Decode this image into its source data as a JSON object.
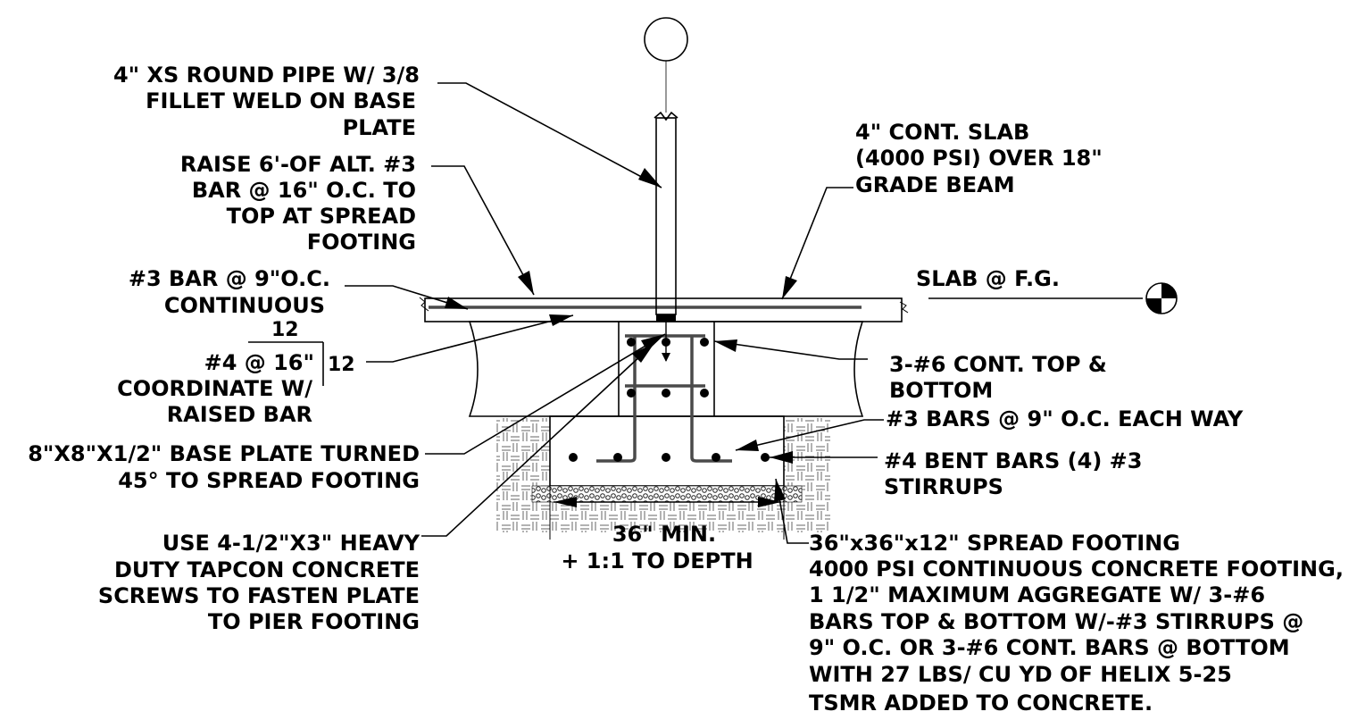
{
  "notes": {
    "pipe": [
      "4\" XS ROUND PIPE W/ 3/8",
      "FILLET WELD ON BASE",
      "PLATE"
    ],
    "raise": [
      "RAISE 6'-OF ALT. #3",
      "BAR @ 16\" O.C. TO",
      "TOP AT SPREAD",
      "FOOTING"
    ],
    "bar3": [
      "#3 BAR @ 9\"O.C.",
      "CONTINUOUS"
    ],
    "slope_rise": "12",
    "bar4": [
      "#4 @ 16\"",
      "COORDINATE W/",
      "RAISED BAR"
    ],
    "slope_run": "12",
    "baseplate": [
      "8\"X8\"X1/2\" BASE PLATE TURNED",
      "45° TO SPREAD FOOTING"
    ],
    "tapcon": [
      "USE 4-1/2\"X3\" HEAVY",
      "DUTY TAPCON CONCRETE",
      "SCREWS TO FASTEN PLATE",
      "TO PIER FOOTING"
    ],
    "slab": [
      "4\" CONT. SLAB",
      "(4000 PSI) OVER 18\"",
      "GRADE BEAM"
    ],
    "slab_fg": "SLAB @ F.G.",
    "cont6": [
      "3-#6 CONT. TOP &",
      "BOTTOM"
    ],
    "bars3each": "#3 BARS @ 9\" O.C. EACH WAY",
    "bent": [
      "#4 BENT BARS (4) #3",
      "STIRRUPS"
    ],
    "min": [
      "36\" MIN.",
      "+ 1:1 TO DEPTH"
    ],
    "footing": [
      "36\"x36\"x12\" SPREAD FOOTING",
      "4000 PSI CONTINUOUS CONCRETE FOOTING,",
      "1 1/2\" MAXIMUM AGGREGATE W/ 3-#6",
      "BARS TOP & BOTTOM W/-#3 STIRRUPS @",
      "9\" O.C. OR 3-#6 CONT. BARS @ BOTTOM",
      "WITH 27 LBS/ CU YD OF HELIX 5-25",
      "TSMR ADDED TO CONCRETE."
    ]
  }
}
